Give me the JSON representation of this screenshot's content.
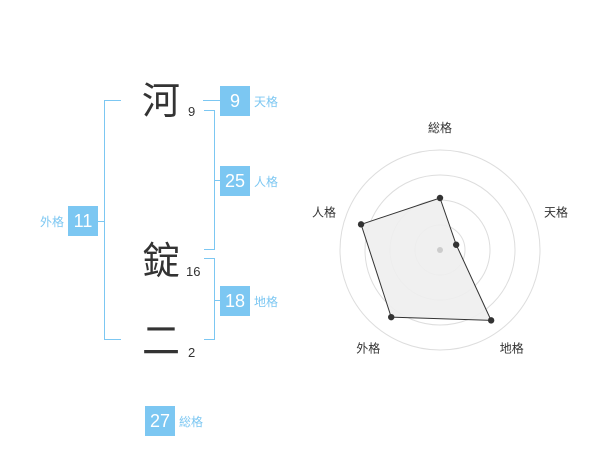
{
  "name": {
    "chars": [
      {
        "char": "河",
        "strokes": "9"
      },
      {
        "char": "錠",
        "strokes": "16"
      },
      {
        "char": "二",
        "strokes": "2"
      }
    ]
  },
  "fortunes": {
    "tenkaku": {
      "value": "9",
      "label": "天格"
    },
    "jinkaku": {
      "value": "25",
      "label": "人格"
    },
    "chikaku": {
      "value": "18",
      "label": "地格"
    },
    "gaikaku": {
      "value": "11",
      "label": "外格"
    },
    "soukaku": {
      "value": "27",
      "label": "総格"
    }
  },
  "chart_data": {
    "type": "radar",
    "categories": [
      "総格",
      "天格",
      "地格",
      "外格",
      "人格"
    ],
    "values": [
      0.52,
      0.17,
      0.87,
      0.83,
      0.83
    ],
    "rlim": [
      0,
      1
    ],
    "rings": 4,
    "colors": {
      "fill": "#eeeeee",
      "line": "#333333",
      "grid": "#dddddd",
      "accent": "#7cc7f2"
    }
  }
}
